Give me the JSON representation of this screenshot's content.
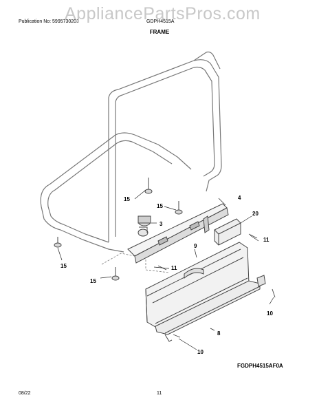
{
  "header": {
    "publication": "Publication No: 5995730203",
    "model": "GDPH4515A",
    "watermark": "AppliancePartsPros.com"
  },
  "section_title": "FRAME",
  "diagram_code": "FGDPH4515AF0A",
  "footer": {
    "date": "08/22",
    "page": "11"
  },
  "callouts": [
    "15",
    "4",
    "15",
    "20",
    "3",
    "11",
    "9",
    "15",
    "11",
    "15",
    "10",
    "8",
    "10"
  ]
}
